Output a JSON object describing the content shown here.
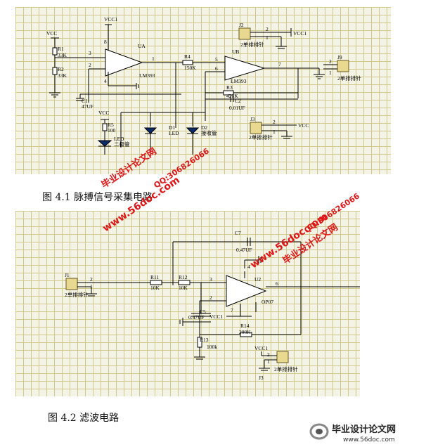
{
  "figure1": {
    "caption": "图 4.1 脉搏信号采集电路",
    "components": {
      "vcc_left": "VCC",
      "vcc1_top": "VCC1",
      "r1": "R1",
      "r1_val": "33K",
      "r2": "R2",
      "r2_val": "33K",
      "c1": "C1",
      "c1_val": "47UF",
      "ua": "UA",
      "ua_chip": "LM393",
      "ua_pin_top": "8",
      "ua_pin_bottom": "4",
      "pin3": "3",
      "pin2": "2",
      "pin1": "1",
      "r4": "R4",
      "r4_val": "150K",
      "ub": "UB",
      "ub_chip": "LM393",
      "pin5": "5",
      "pin6": "6",
      "pin7": "7",
      "r3": "R3",
      "r3_val": "420K",
      "c2": "C2",
      "c2_val": "0.01UF",
      "vcc_led": "VCC",
      "r5": "R5",
      "r5_val": "100",
      "led": "LED",
      "led_desc": "二极管",
      "d1": "D1",
      "d1_desc": "LED",
      "d2": "D2",
      "d2_desc": "接收管",
      "j2": "J2",
      "j2_desc": "2单排排针",
      "j2_vcc": "VCC1",
      "j9": "J9",
      "j9_desc": "2单排排针",
      "j3": "J3",
      "j3_desc": "2单排排针",
      "j3_vcc": "VCC",
      "p2": "2",
      "p1": "1"
    }
  },
  "figure2": {
    "caption": "图 4.2  滤波电路",
    "components": {
      "c7": "C7",
      "c7_val": "0.47UF",
      "j1": "J1",
      "j1_desc": "2单排排针",
      "r11": "R11",
      "r11_val": "10K",
      "r12": "R12",
      "r12_val": "10K",
      "pin3": "3",
      "pin2": "2",
      "pin4": "4",
      "pin7": "7",
      "pin6": "6",
      "u2": "U2",
      "u2_chip": "OP07",
      "c5": "C5",
      "c5_val": "0.47UF",
      "vcc1": "VCC1",
      "r14": "R14",
      "r14_val": "200K",
      "r13": "R13",
      "r13_val": "100k",
      "vcc1_conn": "VCC1",
      "j3": "J3",
      "j3_desc": "2单排排针",
      "p2": "2",
      "p1": "1"
    }
  },
  "watermarks": {
    "site": "www.56doc.com",
    "qq": "QQ:306826066",
    "brand": "毕业设计论文网",
    "brand_url": "www.56doc.com"
  },
  "colors": {
    "grid_bg": "#f4f4e6",
    "grid_line": "#d2c88c",
    "watermark": "#e01515"
  }
}
